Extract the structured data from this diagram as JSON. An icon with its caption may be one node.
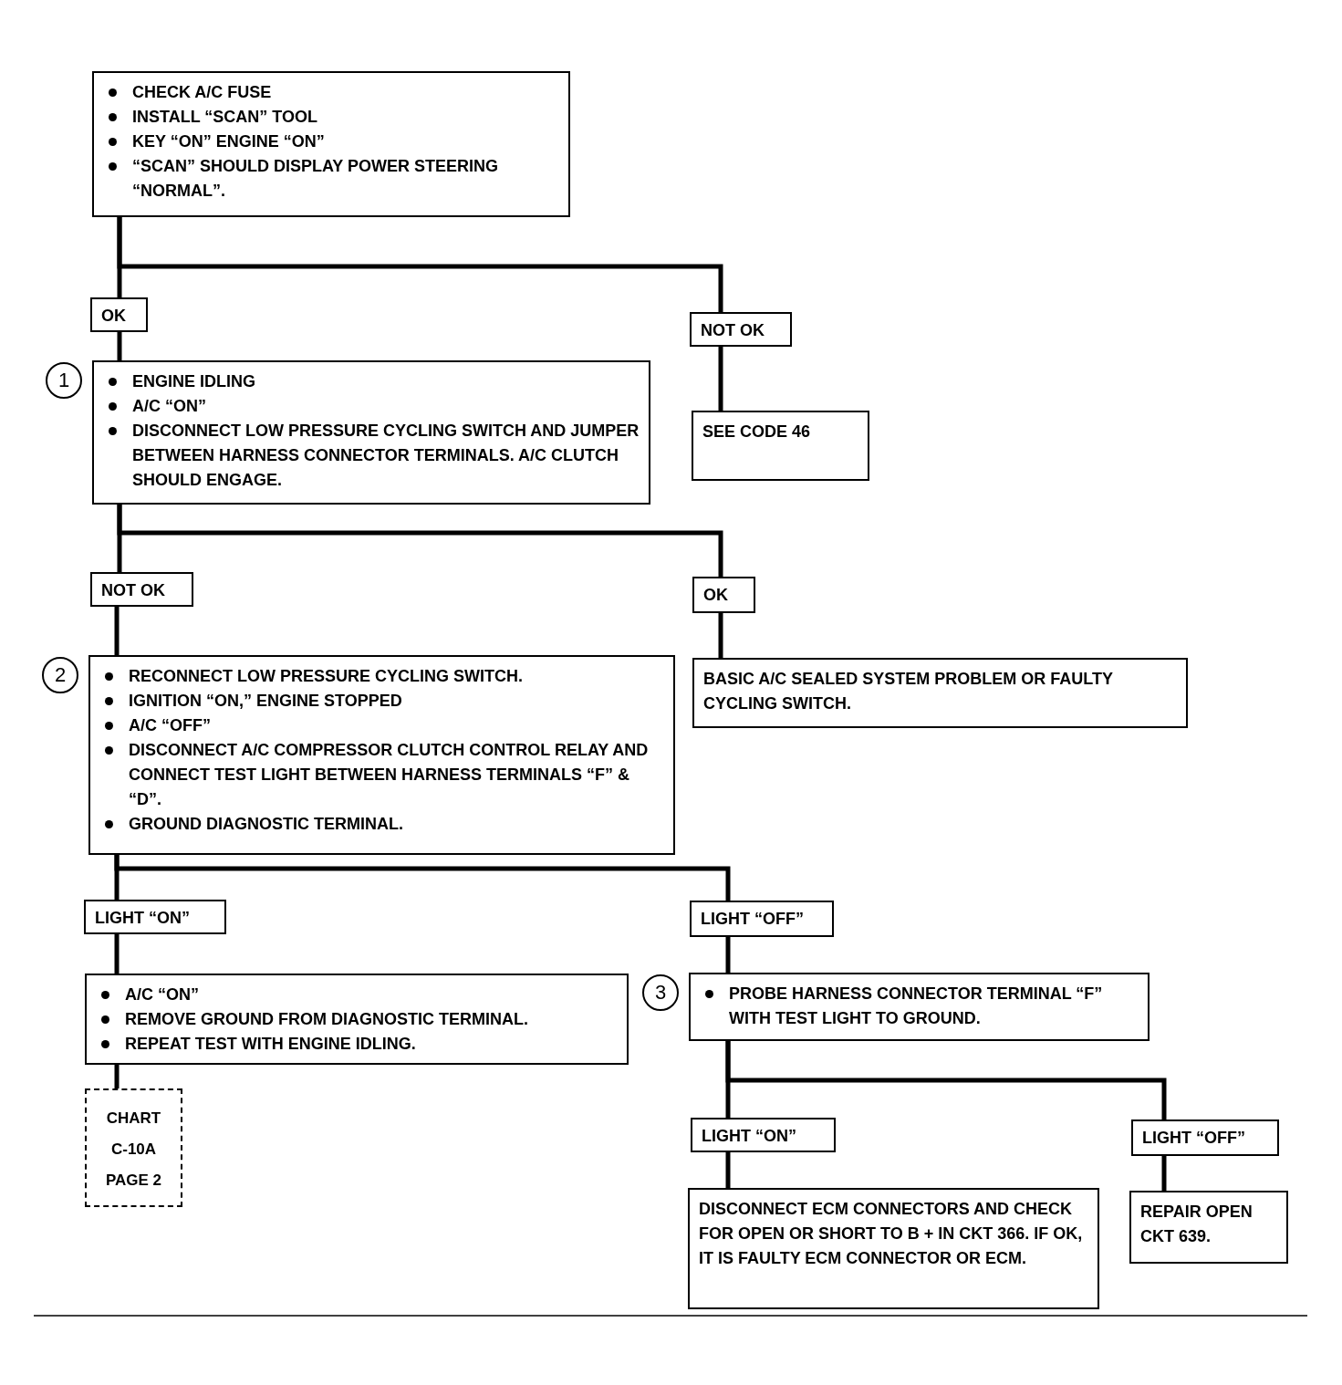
{
  "diagram": {
    "nodes": [
      {
        "text": [
          "CHECK A/C FUSE",
          "INSTALL “SCAN” TOOL",
          "KEY “ON” ENGINE “ON”",
          "“SCAN” SHOULD DISPLAY POWER STEERING “NORMAL”."
        ]
      },
      {
        "text": [
          "OK"
        ]
      },
      {
        "text": [
          "NOT OK"
        ]
      },
      {
        "text": [
          "ENGINE IDLING",
          "A/C “ON”",
          "DISCONNECT LOW PRESSURE CYCLING SWITCH AND JUMPER BETWEEN HARNESS CONNECTOR TERMINALS. A/C CLUTCH SHOULD ENGAGE."
        ],
        "beside": [
          "1"
        ]
      },
      {
        "text": [
          "SEE CODE 46"
        ]
      },
      {
        "text": [
          "NOT OK"
        ]
      },
      {
        "text": [
          "OK"
        ]
      },
      {
        "text": [
          "RECONNECT LOW PRESSURE CYCLING SWITCH.",
          "IGNITION “ON,” ENGINE STOPPED",
          "A/C “OFF”",
          "DISCONNECT A/C COMPRESSOR CLUTCH CONTROL RELAY AND CONNECT TEST LIGHT BETWEEN HARNESS TERMINALS “F” & “D”.",
          "GROUND DIAGNOSTIC TERMINAL."
        ],
        "beside": [
          "2"
        ]
      },
      {
        "text": [
          "BASIC A/C SEALED SYSTEM PROBLEM OR FAULTY CYCLING SWITCH."
        ]
      },
      {
        "text": [
          "LIGHT “ON”"
        ]
      },
      {
        "text": [
          "LIGHT “OFF”"
        ]
      },
      {
        "text": [
          "A/C “ON”",
          "REMOVE GROUND FROM DIAGNOSTIC TERMINAL.",
          "REPEAT TEST WITH ENGINE IDLING."
        ]
      },
      {
        "text": [
          "PROBE HARNESS CONNECTOR TERMINAL “F” WITH TEST LIGHT TO GROUND."
        ],
        "beside": [
          "3"
        ]
      },
      {
        "text": [
          "CHART C-10A PAGE 2"
        ]
      },
      {
        "text": [
          "LIGHT “ON”"
        ]
      },
      {
        "text": [
          "LIGHT “OFF”"
        ]
      },
      {
        "text": [
          "DISCONNECT ECM CONNECTORS AND CHECK FOR OPEN OR SHORT TO B + IN CKT 366. IF OK, IT IS FAULTY ECM CONNECTOR OR ECM."
        ]
      },
      {
        "text": [
          "REPAIR OPEN CKT 639."
        ]
      }
    ],
    "edges": [
      {
        "from": 0,
        "to": 1,
        "arrow": "none"
      },
      {
        "from": 0,
        "to": 2,
        "arrow": "none"
      },
      {
        "from": 1,
        "to": 3,
        "arrow": "none"
      },
      {
        "from": 2,
        "to": 4,
        "arrow": "none"
      },
      {
        "from": 3,
        "to": 5,
        "arrow": "none"
      },
      {
        "from": 3,
        "to": 6,
        "arrow": "none"
      },
      {
        "from": 5,
        "to": 7,
        "arrow": "none"
      },
      {
        "from": 6,
        "to": 8,
        "arrow": "none"
      },
      {
        "from": 7,
        "to": 9,
        "arrow": "none"
      },
      {
        "from": 7,
        "to": 10,
        "arrow": "none"
      },
      {
        "from": 9,
        "to": 11,
        "arrow": "none"
      },
      {
        "from": 10,
        "to": 12,
        "arrow": "none"
      },
      {
        "from": 11,
        "to": 13,
        "arrow": "none"
      },
      {
        "from": 12,
        "to": 14,
        "arrow": "none"
      },
      {
        "from": 12,
        "to": 15,
        "arrow": "none"
      },
      {
        "from": 14,
        "to": 16,
        "arrow": "none"
      },
      {
        "from": 15,
        "to": 17,
        "arrow": "none"
      }
    ]
  }
}
